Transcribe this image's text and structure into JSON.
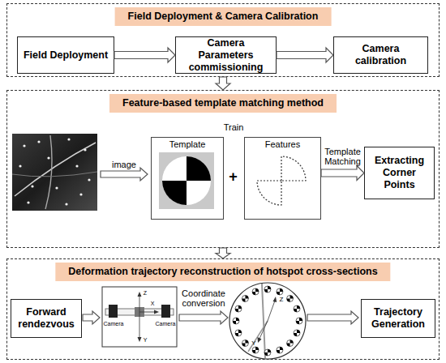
{
  "diagram": {
    "nodes": [
      {
        "text": [
          "Field Deployment & Camera Calibration"
        ]
      },
      {
        "text": [
          "Field Deployment"
        ],
        "in": 0
      },
      {
        "text": [
          "Camera Parameters commissioning"
        ],
        "in": 0
      },
      {
        "text": [
          "Camera calibration"
        ],
        "in": 0
      },
      {
        "text": [
          "Feature-based template matching method"
        ]
      },
      {
        "text": [
          "Template"
        ],
        "in": 4
      },
      {
        "text": [
          "Features"
        ],
        "in": 4
      },
      {
        "text": [
          "Extracting Corner Points"
        ],
        "in": 4
      },
      {
        "text": [
          "Deformation trajectory reconstruction of hotspot cross-sections"
        ]
      },
      {
        "text": [
          "Forward rendezvous"
        ],
        "in": 8
      },
      {
        "text": [
          "Trajectory Generation"
        ],
        "in": 8
      }
    ],
    "edges": [
      {
        "from": 0,
        "to": 4,
        "arrow": "to"
      },
      {
        "from": 1,
        "to": 2,
        "arrow": "to"
      },
      {
        "from": 2,
        "to": 3,
        "arrow": "to"
      },
      {
        "from": 6,
        "to": 7,
        "label": "Template Matching",
        "arrow": "to"
      },
      {
        "from": 4,
        "to": 8,
        "arrow": "to"
      }
    ],
    "labels": [
      "image",
      "Train",
      "+",
      "Z",
      "X",
      "Camera",
      "Camera",
      "Y",
      "Coordinate conversion",
      "Z",
      "Y"
    ]
  }
}
